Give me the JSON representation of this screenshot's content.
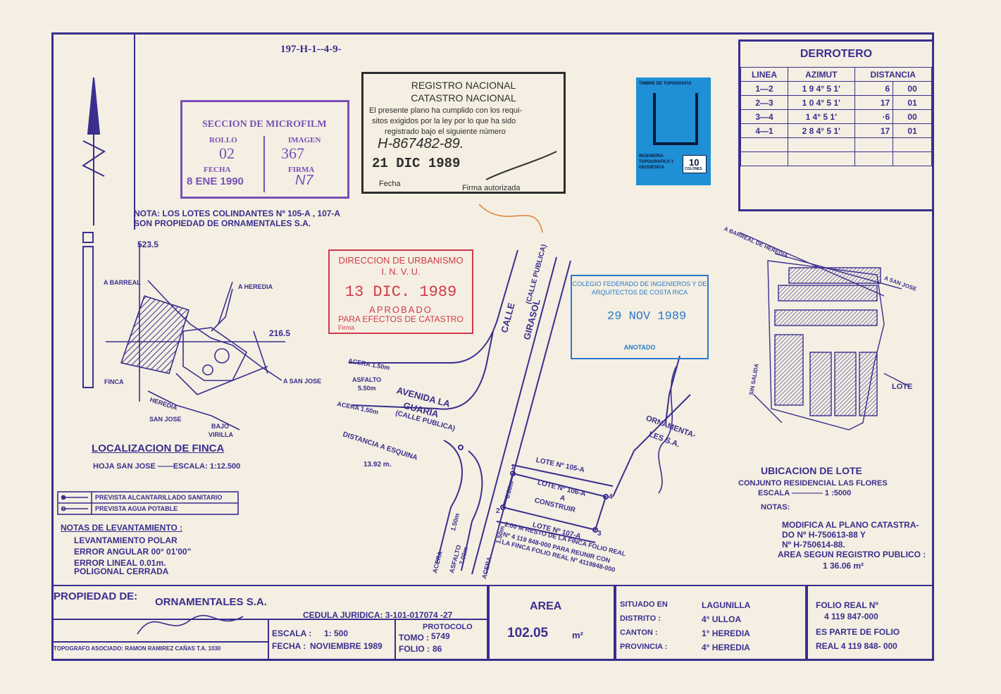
{
  "header": {
    "plan_code": "197-H-1--4-9-"
  },
  "stamps": {
    "microfilm": {
      "title": "SECCION DE MICROFILM",
      "rollo_label": "ROLLO",
      "imagen_label": "IMAGEN",
      "rollo": "02",
      "imagen": "367",
      "fecha_label": "FECHA",
      "firma_label": "FIRMA",
      "fecha": "8 ENE 1990",
      "firma": "N7"
    },
    "registro": {
      "line1": "REGISTRO NACIONAL",
      "line2": "CATASTRO NACIONAL",
      "body1": "El presente plano ha cumplido con los requi-",
      "body2": "sitos exigidos por la ley por lo que ha sido",
      "body3": "registrado bajo el siguiente número",
      "number": "H-867482-89.",
      "date": "21 DIC 1989",
      "fecha_label": "Fecha",
      "firma_label": "Firma autorizada"
    },
    "urbanismo": {
      "line1": "DIRECCION DE URBANISMO",
      "line2": "I. N. V. U.",
      "date": "13 DIC. 1989",
      "approved": "APROBADO",
      "purpose": "PARA EFECTOS DE CATASTRO",
      "firma_label": "Firma"
    },
    "colegio": {
      "line1": "COLEGIO FEDERADO DE INGENIEROS Y DE",
      "line2": "ARQUITECTOS DE COSTA RICA",
      "date": "29 NOV 1989",
      "status": "ANOTADO"
    },
    "timbre": {
      "title": "TIMBRE DE TOPOGRAFIA",
      "value": "10",
      "unit": "COLONES",
      "side": "INGENIERIA TOPOGRAFICA Y GEODESICA"
    }
  },
  "derrotero": {
    "title": "DERROTERO",
    "headers": [
      "LINEA",
      "AZIMUT",
      "DISTANCIA"
    ],
    "rows": [
      {
        "linea": "1—2",
        "azimut": "1 9 4° 5 1'",
        "dist_int": "6",
        "dist_dec": "00"
      },
      {
        "linea": "2—3",
        "azimut": "1 0 4° 5 1'",
        "dist_int": "17",
        "dist_dec": "01"
      },
      {
        "linea": "3—4",
        "azimut": "1 4° 5 1'",
        "dist_int": "·6",
        "dist_dec": "00"
      },
      {
        "linea": "4—1",
        "azimut": "2 8 4° 5 1'",
        "dist_int": "17",
        "dist_dec": "01"
      }
    ]
  },
  "notes": {
    "nota": "NOTA: LOS LOTES COLINDANTES Nº 105-A , 107-A",
    "nota2": "SON PROPIEDAD DE ORNAMENTALES S.A."
  },
  "localizacion": {
    "coord_top": "523.5",
    "coord_right": "216.5",
    "a_barreal": "A BARREAL",
    "a_heredia": "A HEREDIA",
    "finca": "FINCA",
    "heredia": "HEREDIA",
    "san_jose": "SAN JOSE",
    "a_san_jose": "A SAN JOSE",
    "bajo": "BAJO",
    "virilla": "VIRILLA",
    "title": "LOCALIZACION DE FINCA",
    "hoja": "HOJA SAN JOSE ——ESCALA: 1:12.500"
  },
  "legend": {
    "item1": "PREVISTA ALCANTARILLADO SANITARIO",
    "item2": "PREVISTA AGUA POTABLE"
  },
  "levantamiento": {
    "title": "NOTAS DE LEVANTAMIENTO :",
    "l1": "LEVANTAMIENTO POLAR",
    "l2": "ERROR ANGULAR 00° 01'00\"",
    "l3": "ERROR LINEAL 0.01m.",
    "l4": "POLIGONAL CERRADA"
  },
  "plan": {
    "calle": "CALLE",
    "girasol": "GIRASOL",
    "calle_publica": "(CALLE PUBLICA)",
    "acera_150_a": "ACERA 1.50m",
    "asfalto_550": "ASFALTO",
    "asfalto_550_b": "5.50m",
    "acera_150_b": "ACERA 1.50m",
    "avenida": "AVENIDA LA",
    "guaria": "GUARIA",
    "calle_publica2": "(CALLE PUBLICA)",
    "distancia": "DISTANCIA A ESQUINA",
    "distancia_val": "13.92 m.",
    "lote105": "LOTE Nº 105-A",
    "lote106": "LOTE Nº 106-A",
    "a": "A",
    "construir": "CONSTRUIR",
    "lote107": "LOTE Nº 107-A",
    "resto1": "2.00 M RESTO DE LA FINCA FOLIO REAL",
    "resto2": "Nº 4 119 848-000 PARA REUNIR CON",
    "resto3": "LA FINCA FOLIO REAL Nº 4119848-000",
    "ornamentales": "ORNAMENTA-",
    "ornamentales2": "LES S.A.",
    "dim_600": "6.00m",
    "dim_150_a": "1.50m",
    "dim_150_b": "1.50m",
    "acera_a": "ACERA",
    "asfalto_700": "ASFALTO",
    "asfalto_700_b": "7.00m",
    "acera_b": "ACERA",
    "p1": "1",
    "p2": "2",
    "p3": "3",
    "p4": "4"
  },
  "ubicacion": {
    "a_barreal_heredia": "A BARREAL DE HEREDIA",
    "a_san_jose": "A SAN JOSE",
    "a_salida": "SIN SALIDA",
    "lote": "LOTE",
    "title": "UBICACION DE LOTE",
    "conjunto": "CONJUNTO RESIDENCIAL LAS FLORES",
    "escala": "ESCALA ———— 1 :5000",
    "notas": "NOTAS:",
    "n1": "MODIFICA AL PLANO CATASTRA-",
    "n2": "DO Nº H-750613-88 Y",
    "n3": "Nº H-750614-88.",
    "n4": "AREA SEGUN REGISTRO PUBLICO :",
    "n5": "1 36.06 m²"
  },
  "titleblock": {
    "propiedad_label": "PROPIEDAD DE:",
    "propiedad": "ORNAMENTALES S.A.",
    "cedula": "CEDULA JURIDICA: 3-101-017074 -27",
    "topografo": "TOPOGRAFO ASOCIADO: RAMON RAMIREZ CAÑAS T.A. 1030",
    "escala_label": "ESCALA :",
    "escala": "1: 500",
    "fecha_label": "FECHA :",
    "fecha": "NOVIEMBRE 1989",
    "protocolo": "PROTOCOLO",
    "tomo_label": "TOMO :",
    "tomo": "5749",
    "folio_label": "FOLIO :",
    "folio": "86",
    "area_label": "AREA",
    "area": "102.05",
    "area_unit": "m²",
    "situado_label": "SITUADO EN",
    "situado": "LAGUNILLA",
    "distrito_label": "DISTRITO :",
    "distrito": "4° ULLOA",
    "canton_label": "CANTON :",
    "canton": "1° HEREDIA",
    "provincia_label": "PROVINCIA :",
    "provincia": "4° HEREDIA",
    "folio_real_label": "FOLIO REAL Nº",
    "folio_real": "4 119 847-000",
    "es_parte": "ES PARTE DE FOLIO",
    "es_parte2": "REAL 4 119 848- 000"
  },
  "colors": {
    "ink": "#3a2e8f",
    "red": "#d13a4a",
    "purple": "#7a4fb8",
    "green_black": "#2d2d2d",
    "blue": "#2a78c9",
    "timbre": "#1f8fd6",
    "paper": "#f4efe2"
  }
}
